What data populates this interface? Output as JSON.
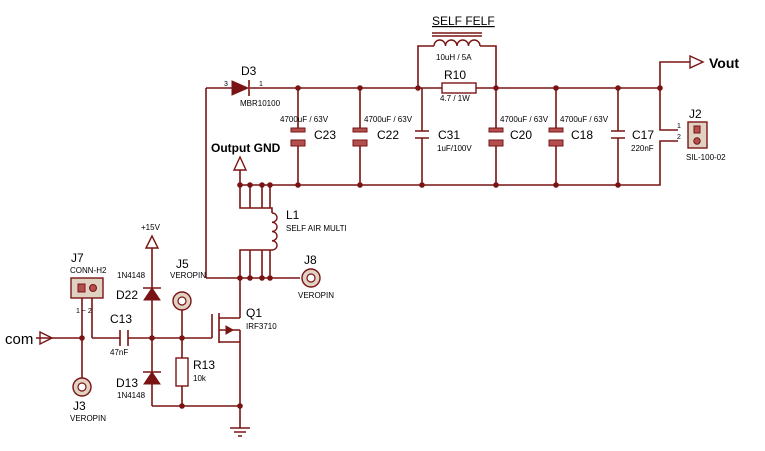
{
  "nets": {
    "vout": "Vout",
    "output_gnd": "Output GND",
    "com": "com",
    "v15": "+15V"
  },
  "coil_group": {
    "title": "SELF FELF"
  },
  "components": {
    "D3": {
      "ref": "D3",
      "value": "MBR10100",
      "pin_a": "3",
      "pin_k": "1"
    },
    "L_felf": {
      "value": "10uH / 5A"
    },
    "R10": {
      "ref": "R10",
      "value": "4.7 / 1W"
    },
    "C23": {
      "ref": "C23",
      "value": "4700uF / 63V"
    },
    "C22": {
      "ref": "C22",
      "value": "4700uF / 63V"
    },
    "C31": {
      "ref": "C31",
      "value": "1uF/100V"
    },
    "C20": {
      "ref": "C20",
      "value": "4700uF / 63V"
    },
    "C18": {
      "ref": "C18",
      "value": "4700uF / 63V"
    },
    "C17": {
      "ref": "C17",
      "value": "220nF"
    },
    "J2": {
      "ref": "J2",
      "value": "SIL-100-02",
      "pin1": "1",
      "pin2": "2"
    },
    "L1": {
      "ref": "L1",
      "value": "SELF AIR MULTI"
    },
    "J5": {
      "ref": "J5",
      "value": "VEROPIN"
    },
    "J8": {
      "ref": "J8",
      "value": "VEROPIN"
    },
    "J7": {
      "ref": "J7",
      "value": "CONN-H2",
      "pin_marks": "1 ~ 2"
    },
    "J3": {
      "ref": "J3",
      "value": "VEROPIN"
    },
    "Q1": {
      "ref": "Q1",
      "value": "IRF3710"
    },
    "C13": {
      "ref": "C13",
      "value": "47nF"
    },
    "D22": {
      "ref": "D22",
      "value": "1N4148"
    },
    "D13": {
      "ref": "D13",
      "value": "1N4148"
    },
    "R13": {
      "ref": "R13",
      "value": "10k"
    }
  }
}
